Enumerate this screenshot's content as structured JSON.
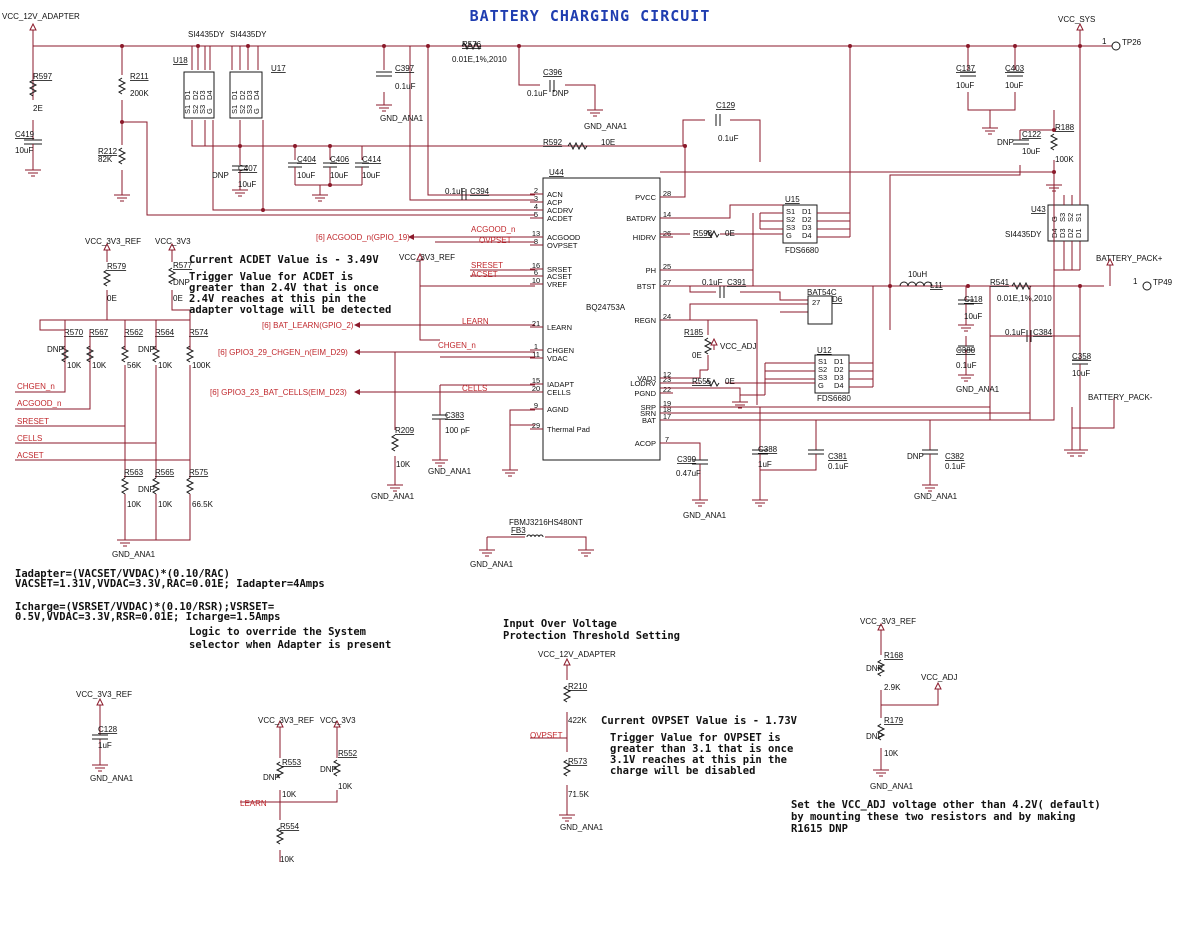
{
  "title": "BATTERY CHARGING CIRCUIT",
  "nets": {
    "vcc_12v_adapter": "VCC_12V_ADAPTER",
    "vcc_sys": "VCC_SYS",
    "vcc_3v3_ref": "VCC_3V3_REF",
    "vcc_3v3": "VCC_3V3",
    "vcc_adj": "VCC_ADJ",
    "gnd_ana1": "GND_ANA1",
    "battery_pack_pos": "BATTERY_PACK+",
    "battery_pack_neg": "BATTERY_PACK-",
    "tp26": "TP26",
    "tp49": "TP49",
    "tp_pin": "1",
    "acgood_n": "ACGOOD_n",
    "ovpset": "OVPSET",
    "sreset": "SRESET",
    "acset": "ACSET",
    "learn": "LEARN",
    "chgen_n": "CHGEN_n",
    "cells": "CELLS"
  },
  "offpage": {
    "acgood": "[6]  ACGOOD_n(GPIO_19)",
    "learn": "[6]  BAT_LEARN(GPIO_2)",
    "chgen": "[6]  GPIO3_29_CHGEN_n(EIM_D29)",
    "cells": "[6]  GPIO3_23_BAT_CELLS(EIM_D23)"
  },
  "left_net_labels": [
    "CHGEN_n",
    "ACGOOD_n",
    "SRESET",
    "CELLS",
    "ACSET"
  ],
  "u44": {
    "ref": "U44",
    "part": "BQ24753A",
    "left_pins": [
      {
        "num": "2",
        "name": "ACN"
      },
      {
        "num": "3",
        "name": "ACP"
      },
      {
        "num": "4",
        "name": "ACDRV"
      },
      {
        "num": "5",
        "name": "ACDET"
      },
      {
        "num": "13",
        "name": "ACGOOD"
      },
      {
        "num": "8",
        "name": "OVPSET"
      },
      {
        "num": "16",
        "name": "SRSET"
      },
      {
        "num": "6",
        "name": "ACSET"
      },
      {
        "num": "10",
        "name": "VREF"
      },
      {
        "num": "21",
        "name": "LEARN"
      },
      {
        "num": "1",
        "name": "CHGEN"
      },
      {
        "num": "11",
        "name": "VDAC"
      },
      {
        "num": "15",
        "name": "IADAPT"
      },
      {
        "num": "20",
        "name": "CELLS"
      },
      {
        "num": "9",
        "name": "AGND"
      },
      {
        "num": "29",
        "name": "Thermal Pad"
      }
    ],
    "right_pins": [
      {
        "num": "28",
        "name": "PVCC"
      },
      {
        "num": "14",
        "name": "BATDRV"
      },
      {
        "num": "26",
        "name": "HIDRV"
      },
      {
        "num": "25",
        "name": "PH"
      },
      {
        "num": "27",
        "name": "BTST"
      },
      {
        "num": "24",
        "name": "REGN"
      },
      {
        "num": "12",
        "name": "VADJ"
      },
      {
        "num": "23",
        "name": "LODRV"
      },
      {
        "num": "22",
        "name": "PGND"
      },
      {
        "num": "19",
        "name": "SRP"
      },
      {
        "num": "18",
        "name": "SRN"
      },
      {
        "num": "17",
        "name": "BAT"
      },
      {
        "num": "7",
        "name": "ACOP"
      }
    ]
  },
  "mosfets": {
    "u18": {
      "ref": "U18",
      "part": "SI4435DY",
      "pins": [
        "S1",
        "S2",
        "S3",
        "G",
        "D1",
        "D2",
        "D3",
        "D4"
      ]
    },
    "u17": {
      "ref": "U17",
      "part": "SI4435DY",
      "pins": [
        "S1",
        "S2",
        "S3",
        "G",
        "D1",
        "D2",
        "D3",
        "D4"
      ]
    },
    "u43": {
      "ref": "U43",
      "part": "SI4435DY",
      "pins": [
        "G",
        "S3",
        "S2",
        "S1",
        "D4",
        "D3",
        "D2",
        "D1"
      ]
    },
    "u15": {
      "ref": "U15",
      "part": "FDS6680",
      "pins": [
        "S1",
        "S2",
        "S3",
        "G",
        "D1",
        "D2",
        "D3",
        "D4"
      ]
    },
    "u12": {
      "ref": "U12",
      "part": "FDS6680",
      "pins": [
        "S1",
        "S2",
        "S3",
        "G",
        "D1",
        "D2",
        "D3",
        "D4"
      ]
    }
  },
  "d6": {
    "ref": "D6",
    "part": "BAT54C"
  },
  "l11": {
    "ref": "L11",
    "value": "10uH"
  },
  "fb3": {
    "ref": "FB3",
    "part": "FBMJ3216HS480NT"
  },
  "resistors": {
    "r597": {
      "ref": "R597",
      "value": "2E"
    },
    "r211": {
      "ref": "R211",
      "value": "200K"
    },
    "r212": {
      "ref": "R212",
      "value": "82K"
    },
    "r576": {
      "ref": "R576",
      "value": "0.01E,1%,2010"
    },
    "r592": {
      "ref": "R592",
      "value": "10E"
    },
    "r188": {
      "ref": "R188",
      "value": "100K"
    },
    "r598": {
      "ref": "R598",
      "value": "0E"
    },
    "r541": {
      "ref": "R541",
      "value": "0.01E,1%,2010"
    },
    "r185": {
      "ref": "R185",
      "value": "0E"
    },
    "r555": {
      "ref": "R555",
      "value": "0E"
    },
    "r579": {
      "ref": "R579",
      "value": "0E"
    },
    "r577": {
      "ref": "R577",
      "value": "0E",
      "dnp": "DNP"
    },
    "r570": {
      "ref": "R570",
      "value": "10K",
      "dnp": "DNP"
    },
    "r567": {
      "ref": "R567",
      "value": "10K"
    },
    "r562": {
      "ref": "R562",
      "value": "56K"
    },
    "r564": {
      "ref": "R564",
      "value": "10K",
      "dnp": "DNP"
    },
    "r574": {
      "ref": "R574",
      "value": "100K"
    },
    "r563": {
      "ref": "R563",
      "value": "10K"
    },
    "r565": {
      "ref": "R565",
      "value": "10K",
      "dnp": "DNP"
    },
    "r575": {
      "ref": "R575",
      "value": "66.5K"
    },
    "r209": {
      "ref": "R209",
      "value": "10K"
    },
    "r210": {
      "ref": "R210",
      "value": "422K"
    },
    "r573": {
      "ref": "R573",
      "value": "71.5K"
    },
    "r553": {
      "ref": "R553",
      "value": "10K",
      "dnp": "DNP"
    },
    "r552": {
      "ref": "R552",
      "value": "10K",
      "dnp": "DNP"
    },
    "r554": {
      "ref": "R554",
      "value": "10K"
    },
    "r168": {
      "ref": "R168",
      "value": "2.9K",
      "dnp": "DNP"
    },
    "r179": {
      "ref": "R179",
      "value": "10K",
      "dnp": "DNP"
    }
  },
  "capacitors": {
    "c419": {
      "ref": "C419",
      "value": "10uF"
    },
    "c397": {
      "ref": "C397",
      "value": "0.1uF"
    },
    "c396": {
      "ref": "C396",
      "value": "0.1uF",
      "dnp": "DNP"
    },
    "c129": {
      "ref": "C129",
      "value": "0.1uF"
    },
    "c137": {
      "ref": "C137",
      "value": "10uF"
    },
    "c403": {
      "ref": "C403",
      "value": "10uF"
    },
    "c122": {
      "ref": "C122",
      "value": "10uF",
      "dnp": "DNP"
    },
    "c407": {
      "ref": "C407",
      "value": "10uF",
      "dnp": "DNP"
    },
    "c404": {
      "ref": "C404",
      "value": "10uF"
    },
    "c406": {
      "ref": "C406",
      "value": "10uF"
    },
    "c414": {
      "ref": "C414",
      "value": "10uF"
    },
    "c394": {
      "ref": "C394",
      "value": "0.1uF"
    },
    "c391": {
      "ref": "C391",
      "value": "0.1uF"
    },
    "c118": {
      "ref": "C118",
      "value": "10uF"
    },
    "c384": {
      "ref": "C384",
      "value": "0.1uF"
    },
    "c380": {
      "ref": "C380",
      "value": "0.1uF"
    },
    "c358": {
      "ref": "C358",
      "value": "10uF"
    },
    "c383": {
      "ref": "C383",
      "value": "100 pF"
    },
    "c399": {
      "ref": "C399",
      "value": "0.47uF"
    },
    "c388": {
      "ref": "C388",
      "value": "1uF"
    },
    "c381": {
      "ref": "C381",
      "value": "0.1uF"
    },
    "c382": {
      "ref": "C382",
      "value": "0.1uF",
      "dnp": "DNP"
    },
    "c128": {
      "ref": "C128",
      "value": "1uF"
    }
  },
  "notes": {
    "acdet_value": "Current ACDET Value is - 3.49V",
    "acdet_trigger": [
      "Trigger Value for ACDET is",
      "greater than 2.4V that is once",
      "2.4V reaches at this pin the",
      "adapter voltage will be detected"
    ],
    "iadapter": [
      "Iadapter=(VACSET/VVDAC)*(0.10/RAC)",
      "VACSET=1.31V,VVDAC=3.3V,RAC=0.01E;    Iadapter=4Amps"
    ],
    "icharge": [
      "Icharge=(VSRSET/VVDAC)*(0.10/RSR);VSRSET=",
      "0.5V,VVDAC=3.3V,RSR=0.01E;    Icharge=1.5Amps"
    ],
    "logic": [
      "Logic to override the System",
      "selector when Adapter is present"
    ],
    "ovp_heading": [
      "Input Over Voltage",
      "Protection Threshold Setting"
    ],
    "ovpset_value": "Current OVPSET Value is - 1.73V",
    "ovpset_trigger": [
      "Trigger Value for OVPSET is",
      "greater than 3.1 that is once",
      "3.1V reaches at this pin the",
      "charge will be disabled"
    ],
    "vcc_adj": [
      "Set the VCC_ADJ voltage other than 4.2V( default)",
      "by mounting these two resistors and by making",
      "R1615 DNP"
    ]
  }
}
